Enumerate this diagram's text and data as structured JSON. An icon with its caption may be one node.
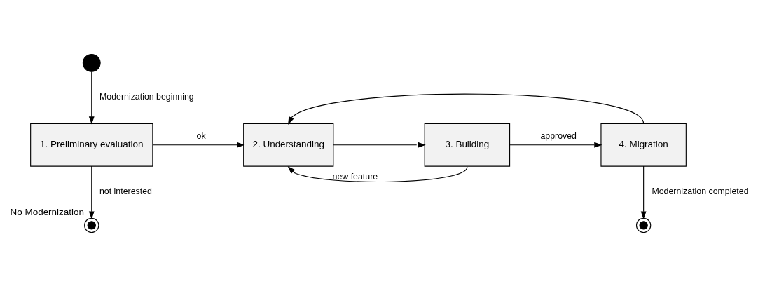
{
  "diagram": {
    "nodes": [
      {
        "text": [],
        "shape": "dot"
      },
      {
        "text": [
          "1. Preliminary evaluation"
        ]
      },
      {
        "text": [
          "2. Understanding"
        ]
      },
      {
        "text": [
          "3. Building"
        ]
      },
      {
        "text": [
          "4. Migration"
        ]
      },
      {
        "text": [],
        "shape": "bullseye",
        "beside": [
          "No Modernization"
        ]
      },
      {
        "text": [],
        "shape": "bullseye"
      }
    ],
    "edges": [
      {
        "from": 0,
        "to": 1,
        "arrow": "to",
        "label": "Modernization beginning"
      },
      {
        "from": 1,
        "to": 2,
        "arrow": "to",
        "label": "ok"
      },
      {
        "from": 2,
        "to": 3,
        "arrow": "to"
      },
      {
        "from": 3,
        "to": 4,
        "arrow": "to",
        "label": "approved"
      },
      {
        "from": 4,
        "to": 2,
        "arrow": "to"
      },
      {
        "from": 3,
        "to": 2,
        "arrow": "to",
        "label": "new feature"
      },
      {
        "from": 1,
        "to": 5,
        "arrow": "to",
        "label": "not interested"
      },
      {
        "from": 4,
        "to": 6,
        "arrow": "to",
        "label": "Modernization completed"
      }
    ]
  }
}
